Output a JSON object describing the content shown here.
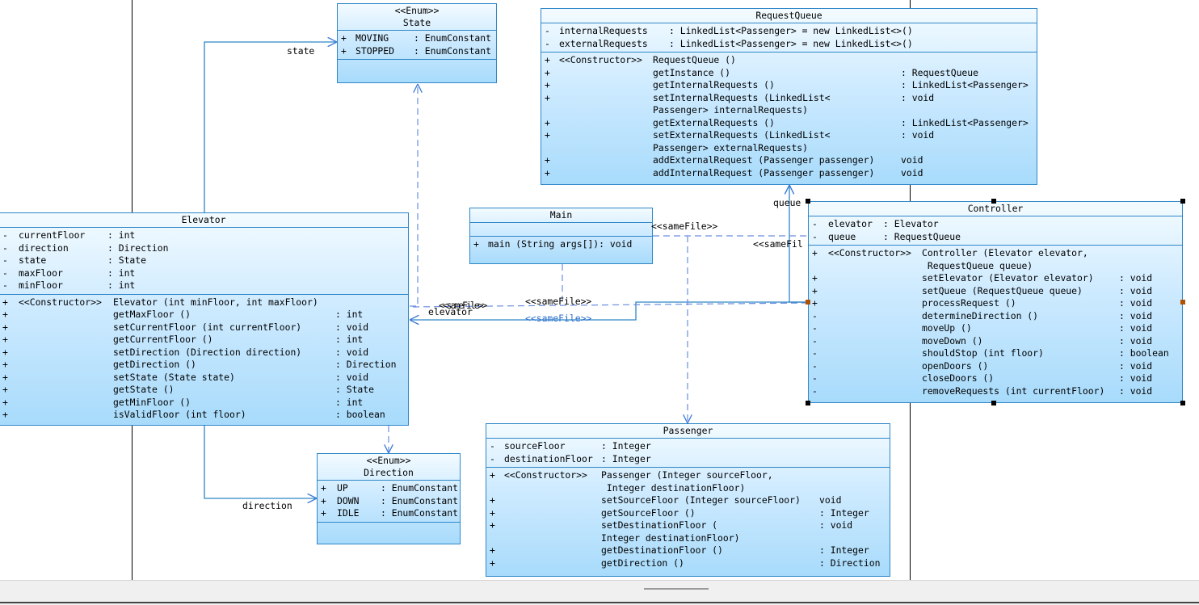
{
  "classes": {
    "state": {
      "stereotype": "<<Enum>>",
      "name": "State",
      "attrs": [
        {
          "v": "+",
          "n": "MOVING  ",
          "t": ": EnumConstant"
        },
        {
          "v": "+",
          "n": "STOPPED ",
          "t": ": EnumConstant"
        }
      ],
      "ops": []
    },
    "request_queue": {
      "name": "RequestQueue",
      "attrs": [
        {
          "v": "-",
          "n": "internalRequests",
          "t": ": LinkedList<Passenger> = new LinkedList<>()"
        },
        {
          "v": "-",
          "n": "externalRequests",
          "t": ": LinkedList<Passenger> = new LinkedList<>()"
        }
      ],
      "ops": [
        {
          "v": "+",
          "s": "<<Constructor>>",
          "n": "RequestQueue ()",
          "t": ""
        },
        {
          "v": "+",
          "s": "",
          "n": "getInstance ()",
          "t": ": RequestQueue"
        },
        {
          "v": "+",
          "s": "",
          "n": "getInternalRequests ()",
          "t": ": LinkedList<Passenger>"
        },
        {
          "v": "+",
          "s": "",
          "n": "setInternalRequests (LinkedList<",
          "t": ": void"
        },
        {
          "v": "",
          "s": "",
          "n": "Passenger> internalRequests)",
          "t": ""
        },
        {
          "v": "+",
          "s": "",
          "n": "getExternalRequests ()",
          "t": ": LinkedList<Passenger>"
        },
        {
          "v": "+",
          "s": "",
          "n": "setExternalRequests (LinkedList<",
          "t": ": void"
        },
        {
          "v": "",
          "s": "",
          "n": "Passenger> externalRequests)",
          "t": ""
        },
        {
          "v": "+",
          "s": "",
          "n": "addExternalRequest (Passenger passenger)",
          "t": "void"
        },
        {
          "v": "+",
          "s": "",
          "n": "addInternalRequest (Passenger passenger)",
          "t": "void"
        }
      ]
    },
    "main": {
      "name": "Main",
      "attrs": [],
      "ops": [
        {
          "v": "+",
          "s": "",
          "n": "main (String args[]): void",
          "t": ""
        }
      ]
    },
    "elevator": {
      "name": "Elevator",
      "attrs": [
        {
          "v": "-",
          "n": "currentFloor",
          "t": ": int"
        },
        {
          "v": "-",
          "n": "direction",
          "t": ": Direction"
        },
        {
          "v": "-",
          "n": "state",
          "t": ": State"
        },
        {
          "v": "-",
          "n": "maxFloor",
          "t": ": int"
        },
        {
          "v": "-",
          "n": "minFloor",
          "t": ": int"
        }
      ],
      "ops": [
        {
          "v": "+",
          "s": "<<Constructor>>",
          "n": "Elevator (int minFloor, int maxFloor)",
          "t": ""
        },
        {
          "v": "+",
          "s": "",
          "n": "getMaxFloor ()",
          "t": ": int"
        },
        {
          "v": "+",
          "s": "",
          "n": "setCurrentFloor (int currentFloor)",
          "t": ": void"
        },
        {
          "v": "+",
          "s": "",
          "n": "getCurrentFloor ()",
          "t": ": int"
        },
        {
          "v": "+",
          "s": "",
          "n": "setDirection (Direction direction)",
          "t": ": void"
        },
        {
          "v": "+",
          "s": "",
          "n": "getDirection ()",
          "t": ": Direction"
        },
        {
          "v": "+",
          "s": "",
          "n": "setState (State state)",
          "t": ": void"
        },
        {
          "v": "+",
          "s": "",
          "n": "getState ()",
          "t": ": State"
        },
        {
          "v": "+",
          "s": "",
          "n": "getMinFloor ()",
          "t": ": int"
        },
        {
          "v": "+",
          "s": "",
          "n": "isValidFloor (int floor)",
          "t": ": boolean"
        }
      ]
    },
    "controller": {
      "name": "Controller",
      "attrs": [
        {
          "v": "-",
          "n": "elevator",
          "t": ": Elevator"
        },
        {
          "v": "-",
          "n": "queue",
          "t": ": RequestQueue"
        }
      ],
      "ops": [
        {
          "v": "+",
          "s": "<<Constructor>>",
          "n": "Controller (Elevator elevator,",
          "t": ""
        },
        {
          "v": "",
          "s": "",
          "n": " RequestQueue queue)",
          "t": ""
        },
        {
          "v": "+",
          "s": "",
          "n": "setElevator (Elevator elevator)",
          "t": ": void"
        },
        {
          "v": "+",
          "s": "",
          "n": "setQueue (RequestQueue queue)",
          "t": ": void"
        },
        {
          "v": "+",
          "s": "",
          "n": "processRequest ()",
          "t": ": void"
        },
        {
          "v": "-",
          "s": "",
          "n": "determineDirection ()",
          "t": ": void"
        },
        {
          "v": "-",
          "s": "",
          "n": "moveUp ()",
          "t": ": void"
        },
        {
          "v": "-",
          "s": "",
          "n": "moveDown ()",
          "t": ": void"
        },
        {
          "v": "-",
          "s": "",
          "n": "shouldStop (int floor)",
          "t": ": boolean"
        },
        {
          "v": "-",
          "s": "",
          "n": "openDoors ()",
          "t": ": void"
        },
        {
          "v": "-",
          "s": "",
          "n": "closeDoors ()",
          "t": ": void"
        },
        {
          "v": "-",
          "s": "",
          "n": "removeRequests (int currentFloor)",
          "t": ": void"
        }
      ]
    },
    "direction": {
      "stereotype": "<<Enum>>",
      "name": "Direction",
      "attrs": [
        {
          "v": "+",
          "n": "UP   ",
          "t": ": EnumConstant"
        },
        {
          "v": "+",
          "n": "DOWN ",
          "t": ": EnumConstant"
        },
        {
          "v": "+",
          "n": "IDLE ",
          "t": ": EnumConstant"
        }
      ],
      "ops": []
    },
    "passenger": {
      "name": "Passenger",
      "attrs": [
        {
          "v": "-",
          "n": "sourceFloor     ",
          "t": ": Integer"
        },
        {
          "v": "-",
          "n": "destinationFloor",
          "t": ": Integer"
        }
      ],
      "ops": [
        {
          "v": "+",
          "s": "<<Constructor>>",
          "n": "Passenger (Integer sourceFloor,",
          "t": ""
        },
        {
          "v": "",
          "s": "",
          "n": " Integer destinationFloor)",
          "t": ""
        },
        {
          "v": "+",
          "s": "",
          "n": "setSourceFloor (Integer sourceFloor)",
          "t": "void"
        },
        {
          "v": "+",
          "s": "",
          "n": "getSourceFloor ()",
          "t": ": Integer"
        },
        {
          "v": "+",
          "s": "",
          "n": "setDestinationFloor (",
          "t": ": void"
        },
        {
          "v": "",
          "s": "",
          "n": "Integer destinationFloor)",
          "t": ""
        },
        {
          "v": "+",
          "s": "",
          "n": "getDestinationFloor ()",
          "t": ": Integer"
        },
        {
          "v": "+",
          "s": "",
          "n": "getDirection ()",
          "t": ": Direction"
        }
      ]
    }
  },
  "labels": {
    "state": "state",
    "direction": "direction",
    "queue": "queue",
    "elevator": "elevator",
    "samefile_main_passenger": "<<sameFile>>",
    "samefile_controller": "<<sameFil",
    "samefile_elevator_1": "<<sameFile>>",
    "samefile_elevator_2": "<<sameFile>>",
    "samefile_overlap": "<<sameFile>>"
  }
}
